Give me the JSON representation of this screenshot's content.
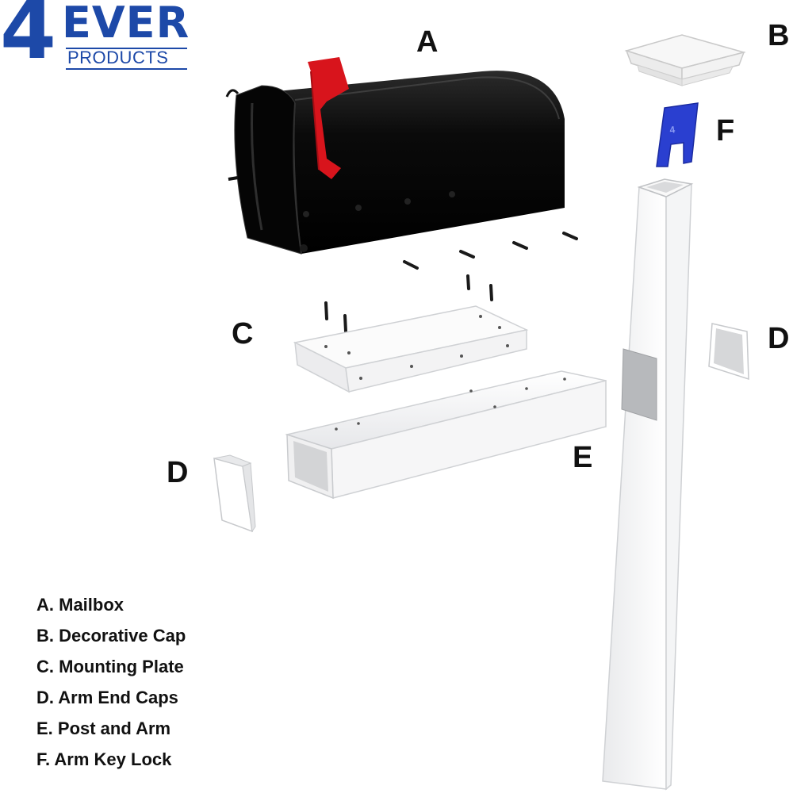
{
  "brand": {
    "logo_number": "4",
    "logo_word": "EVER",
    "logo_sub": "PRODUCTS",
    "accent": "#1d49a8"
  },
  "callouts": {
    "a": "A",
    "b": "B",
    "c": "C",
    "d_left": "D",
    "d_right": "D",
    "e": "E",
    "f": "F"
  },
  "legend": [
    "A. Mailbox",
    "B. Decorative Cap",
    "C. Mounting Plate",
    "D. Arm End Caps",
    "E. Post and Arm",
    "F.  Arm Key Lock"
  ],
  "colors": {
    "mailbox": "#0d0d0d",
    "flag": "#d8141c",
    "key_lock": "#2a3fd0",
    "pvc": "#ffffff"
  }
}
